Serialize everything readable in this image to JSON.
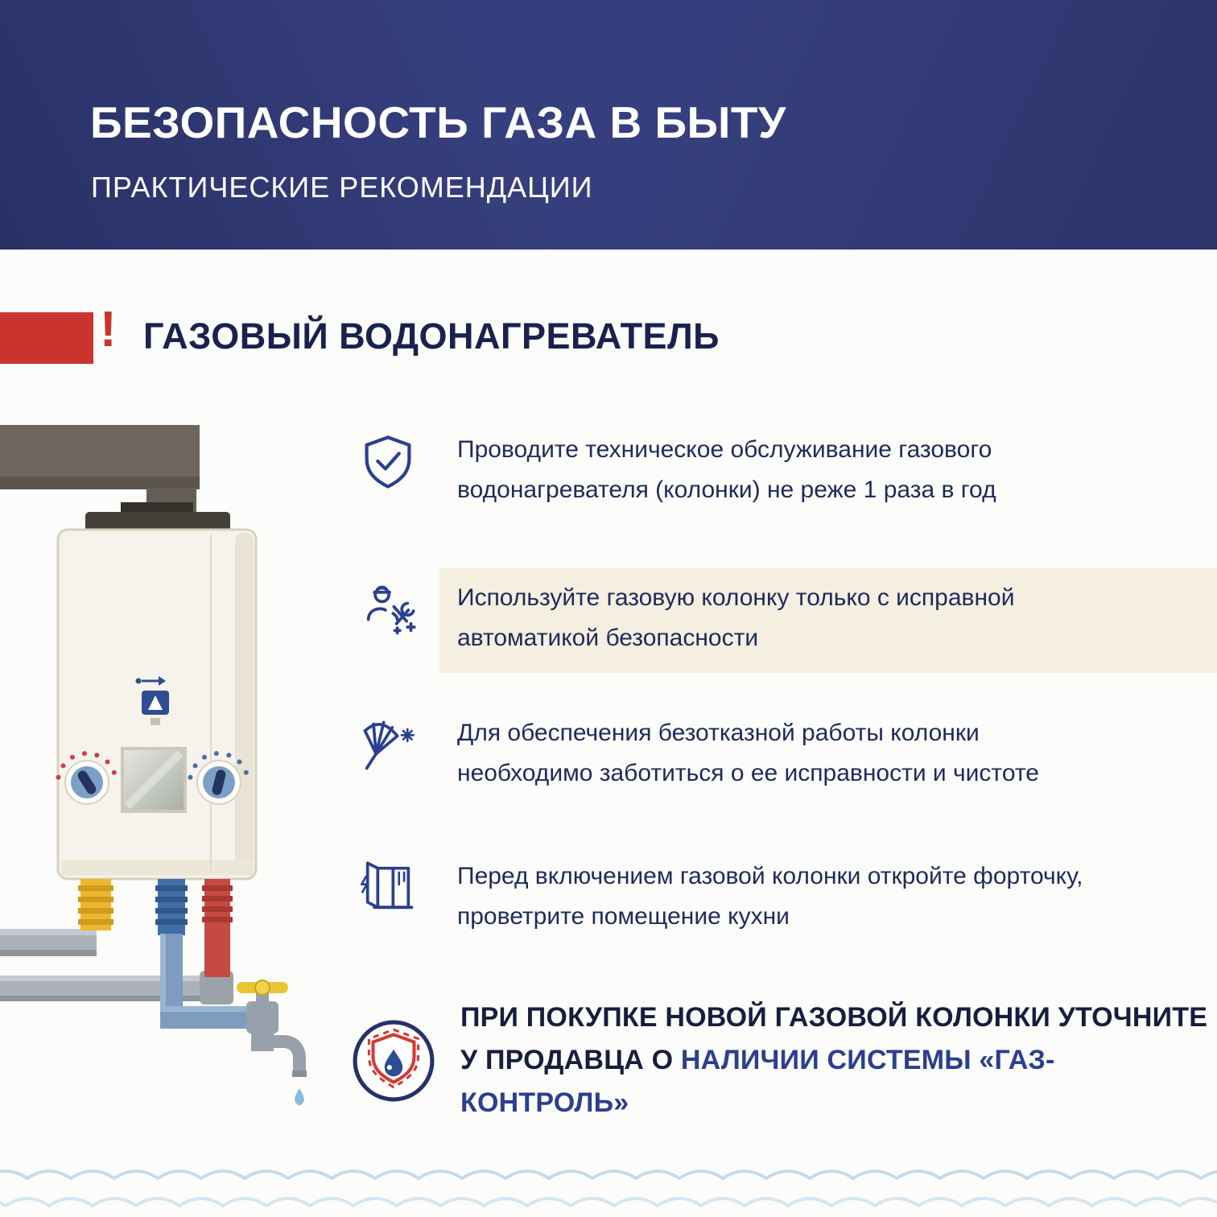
{
  "header": {
    "title": "БЕЗОПАСНОСТЬ ГАЗА В БЫТУ",
    "subtitle": "ПРАКТИЧЕСКИЕ РЕКОМЕНДАЦИИ"
  },
  "section": {
    "title": "ГАЗОВЫЙ ВОДОНАГРЕВАТЕЛЬ",
    "marker": "!"
  },
  "recommendations": [
    {
      "icon": "shield-check-icon",
      "highlighted": false,
      "lines": [
        "Проводите техническое обслуживание газового",
        "водонагревателя (колонки) не реже 1 раза в год"
      ]
    },
    {
      "icon": "serviceman-tools-icon",
      "highlighted": true,
      "lines": [
        "Используйте газовую колонку только с исправной",
        "автоматикой безопасности"
      ]
    },
    {
      "icon": "feather-duster-icon",
      "highlighted": false,
      "lines": [
        "Для обеспечения безотказной работы колонки",
        "необходимо заботиться о ее исправности и чистоте"
      ]
    },
    {
      "icon": "open-window-icon",
      "highlighted": false,
      "lines": [
        "Перед включением газовой колонки откройте форточку,",
        "проветрите помещение кухни"
      ]
    }
  ],
  "callout": {
    "icon": "gas-control-badge-icon",
    "line1": "ПРИ ПОКУПКЕ НОВОЙ ГАЗОВОЙ КОЛОНКИ УТОЧНИТЕ",
    "line2_plain": "У ПРОДАВЦА О ",
    "line2_highlight": "НАЛИЧИИ СИСТЕМЫ «ГАЗ-КОНТРОЛЬ»"
  },
  "colors": {
    "header_background": "#363f7d",
    "accent_red": "#c9342f",
    "heading_navy": "#19224e",
    "body_navy": "#1e2a5a",
    "icon_blue": "#2b3f8e",
    "highlight_beige": "#f4efe1",
    "callout_highlight_blue": "#2b3f8e"
  }
}
